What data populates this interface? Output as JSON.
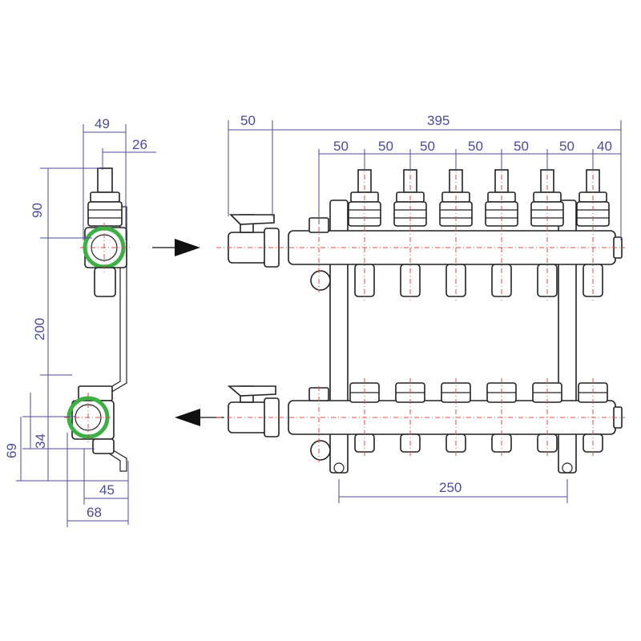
{
  "dimensions": {
    "side_width": "49",
    "side_offset": "26",
    "supply_height": "90",
    "port_spacing": "200",
    "return_offset": "34",
    "return_height": "69",
    "bracket_depth": "45",
    "total_depth": "68",
    "inlet_offset": "50",
    "total_length": "395",
    "outlet_pitches": [
      "50",
      "50",
      "50",
      "50",
      "50",
      "50"
    ],
    "end_offset": "40",
    "bracket_spacing": "250"
  },
  "colors": {
    "dimension": "#4b4b9e",
    "outline": "#222222",
    "centerline": "#e24a4a",
    "port_highlight": "#3cb043",
    "arrow": "#111111"
  },
  "flow": {
    "supply_arrow": "arrow-right",
    "return_arrow": "arrow-left"
  },
  "outlet_count": 6
}
